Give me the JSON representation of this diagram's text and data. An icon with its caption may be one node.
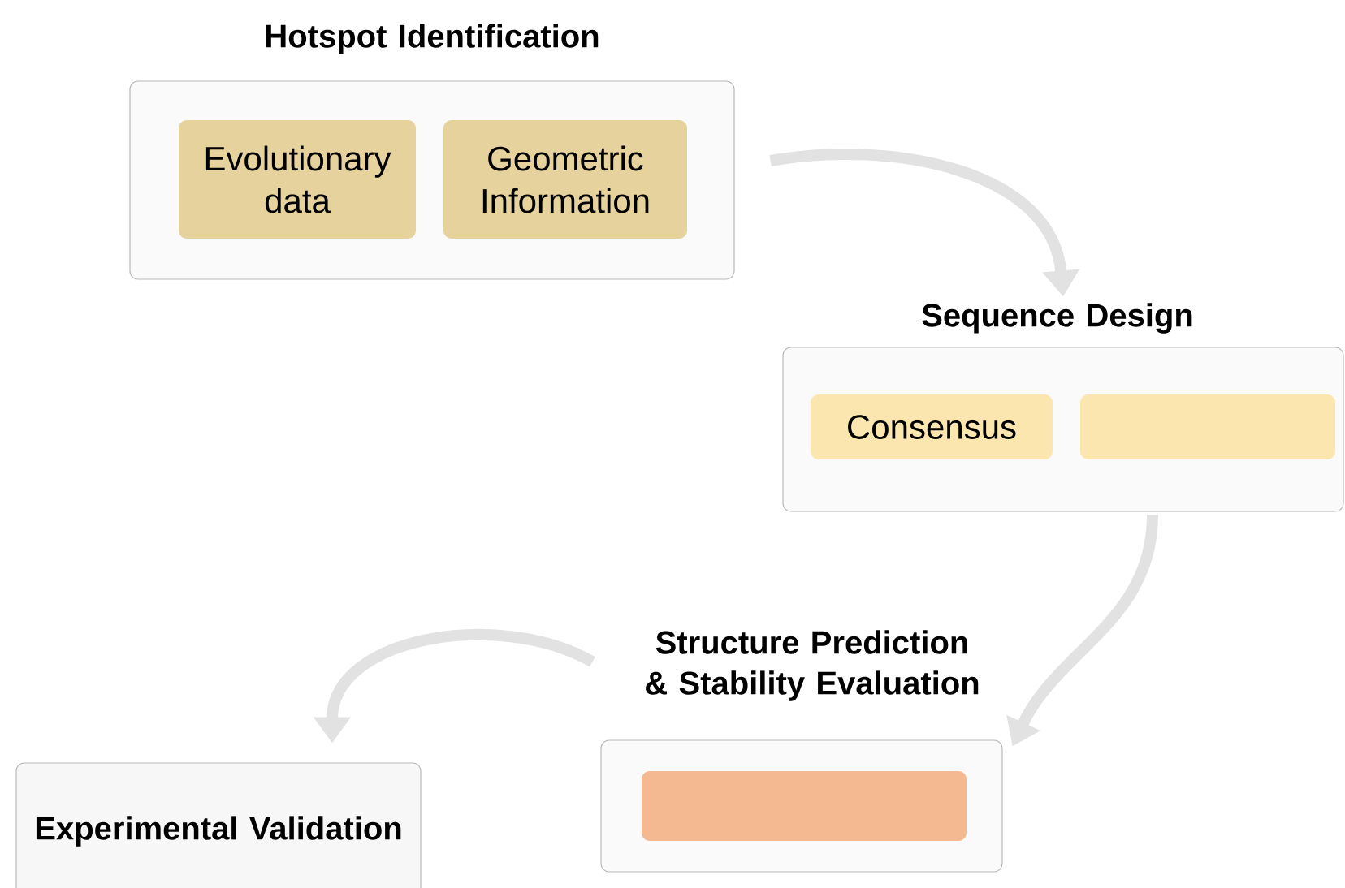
{
  "diagram": {
    "nodes": [
      {
        "text": [
          "Hotspot Identification"
        ]
      },
      {
        "text": [
          "Evolutionary data"
        ],
        "in": 0
      },
      {
        "text": [
          "Geometric Information"
        ],
        "in": 0
      },
      {
        "text": [
          "Sequence Design"
        ]
      },
      {
        "text": [
          "Consensus"
        ],
        "in": 3
      },
      {
        "text": [],
        "shape": "box",
        "in": 3
      },
      {
        "text": [
          "Structure Prediction & Stability Evaluation"
        ]
      },
      {
        "text": [],
        "shape": "box",
        "in": 6
      },
      {
        "text": [
          "Experimental Validation"
        ]
      }
    ],
    "edges": [
      {
        "from": 0,
        "to": 3,
        "arrow": "to"
      },
      {
        "from": 3,
        "to": 6,
        "arrow": "to"
      },
      {
        "from": 6,
        "to": 8,
        "arrow": "to"
      }
    ]
  }
}
